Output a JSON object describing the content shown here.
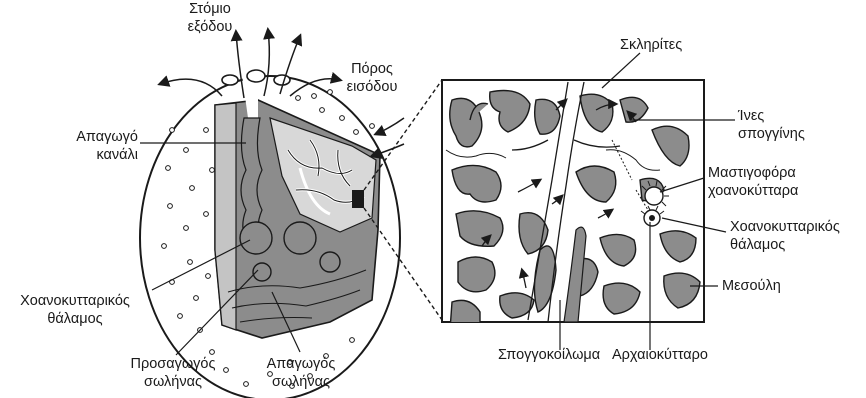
{
  "labels": {
    "stomio_line1": "Στόμιο",
    "stomio_line2": "εξόδου",
    "poros_line1": "Πόρος",
    "poros_line2": "εισόδου",
    "apagogo_kanali_line1": "Απαγωγό",
    "apagogo_kanali_line2": "κανάλι",
    "choano_thalamos_left_line1": "Χοανοκυτταρικός",
    "choano_thalamos_left_line2": "θάλαμος",
    "prosagogos_line1": "Προσαγωγός",
    "prosagogos_line2": "σωλήνας",
    "apagogos_line1": "Απαγωγός",
    "apagogos_line2": "σωλήνας",
    "sklirites": "Σκληρίτες",
    "ines_line1": "Ίνες",
    "ines_line2": "σπογγίνης",
    "mastigofora_line1": "Μαστιγοφόρα",
    "mastigofora_line2": "χοανοκύτταρα",
    "choano_thalamos_right_line1": "Χοανοκυτταρικός",
    "choano_thalamos_right_line2": "θάλαμος",
    "mesoyli": "Μεσούλη",
    "spongokoiloma": "Σπογγοκοίλωμα",
    "archaiokyttaro": "Αρχαιοκύτταρο"
  },
  "colors": {
    "tissue": "#8c8c8c",
    "tissue_light": "#c4c4c4",
    "outline": "#1a1a1a",
    "background": "#ffffff"
  }
}
